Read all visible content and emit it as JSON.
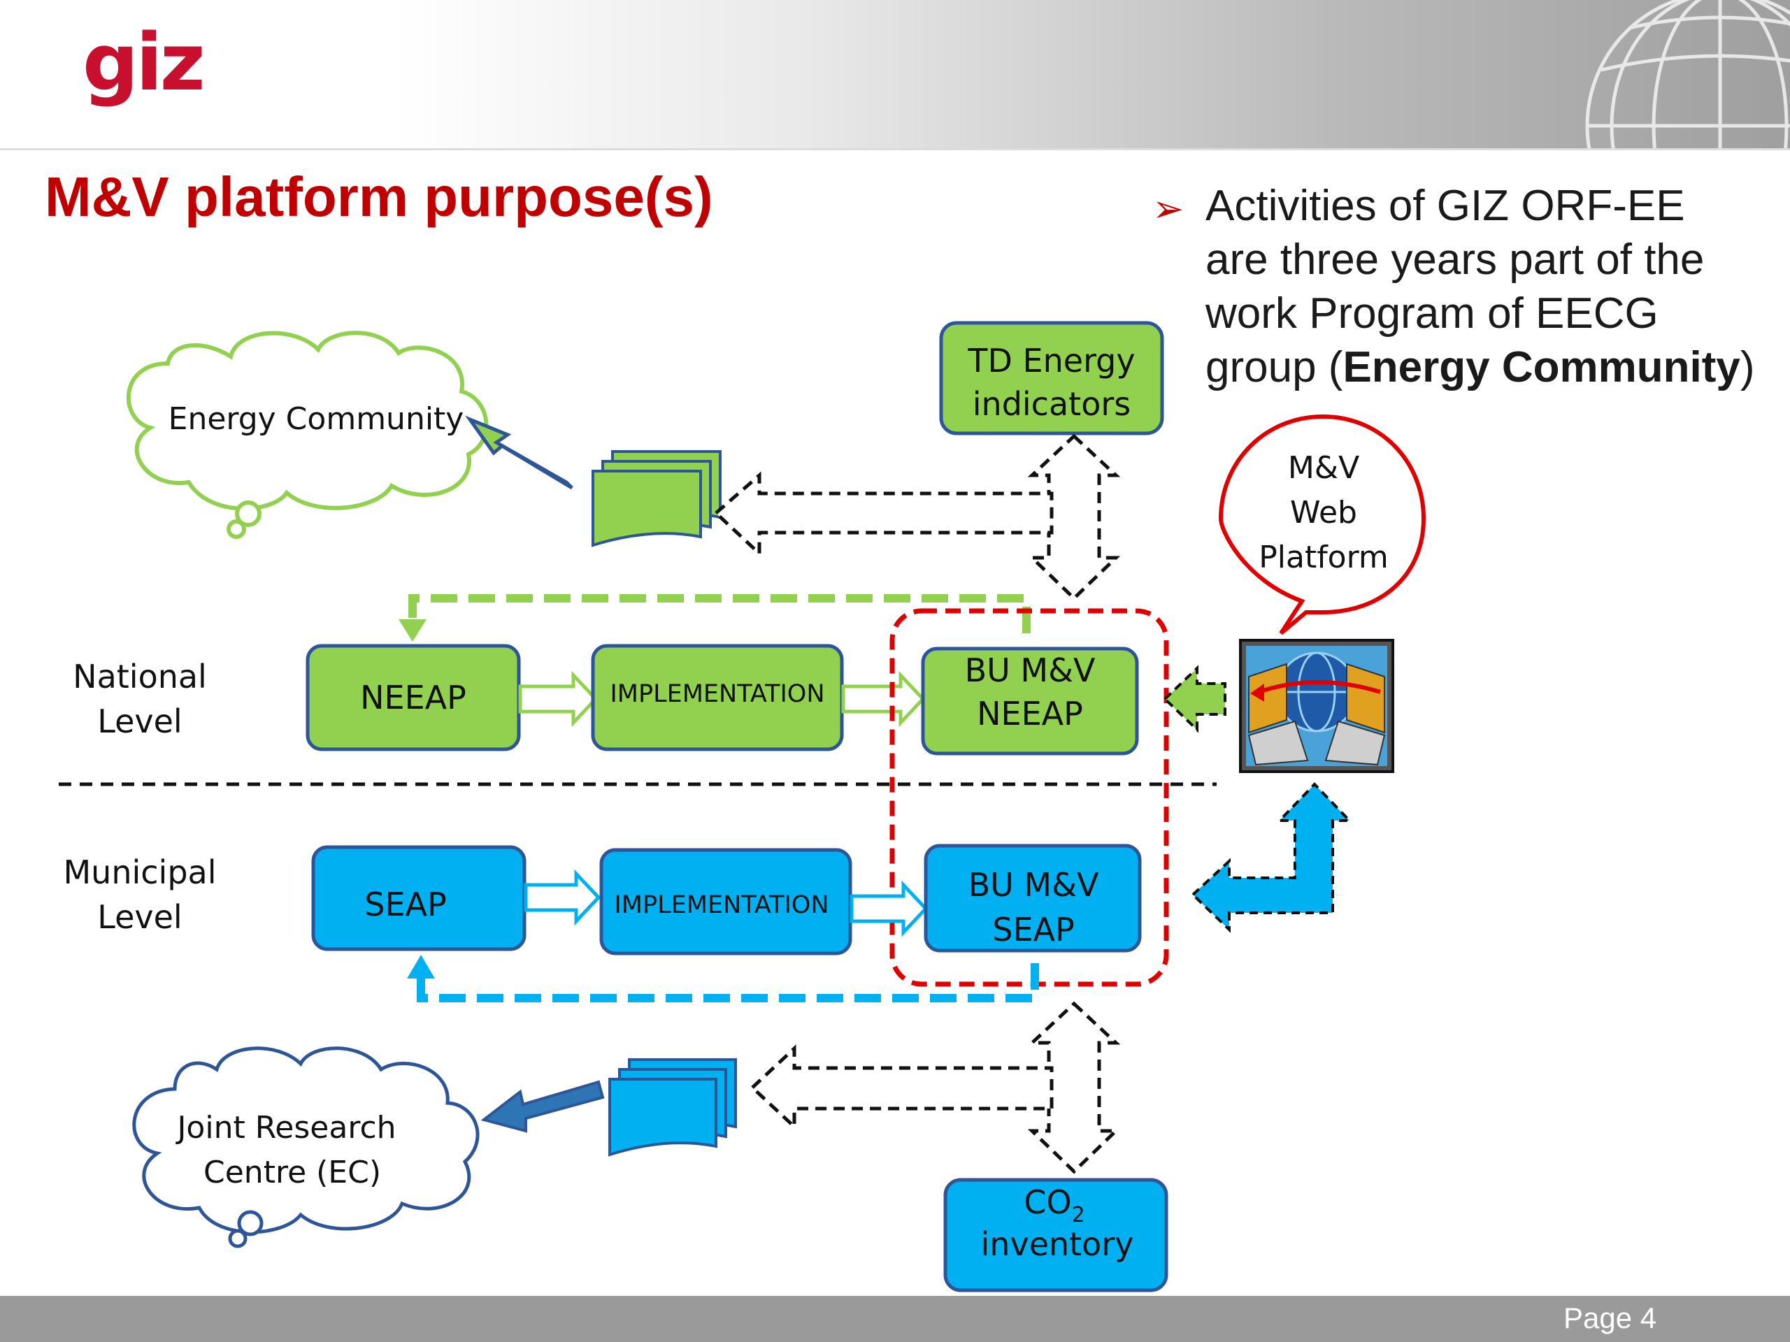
{
  "header": {
    "logo": "giz"
  },
  "title": "M&V platform purpose(s)",
  "bullet": {
    "line1": "Activities of GIZ ORF-EE",
    "line2": "are three years part of the",
    "line3": "work Program of EECG",
    "line4_pre": "group (",
    "line4_bold": "Energy Community",
    "line4_post": ")"
  },
  "diagram": {
    "cloud_top": "Energy Community",
    "cloud_bottom_line1": "Joint Research",
    "cloud_bottom_line2": "Centre (EC)",
    "td_line1": "TD Energy",
    "td_line2": "indicators",
    "co2_main": "CO",
    "co2_sub": "2",
    "co2_line2": "inventory",
    "speech_line1": "M&V",
    "speech_line2": "Web",
    "speech_line3": "Platform",
    "national_line1": "National",
    "national_line2": "Level",
    "municipal_line1": "Municipal",
    "municipal_line2": "Level",
    "neeap": "NEEAP",
    "implementation_national": "IMPLEMENTATION",
    "bu_neeap_line1": "BU M&V",
    "bu_neeap_line2": "NEEAP",
    "seap": "SEAP",
    "implementation_municipal": "IMPLEMENTATION",
    "bu_seap_line1": "BU M&V",
    "bu_seap_line2": "SEAP",
    "colors": {
      "green": "#92d050",
      "blue": "#00b0f0",
      "dark_blue": "#2e75b6",
      "red": "#e00000",
      "brand_red": "#c8102e"
    }
  },
  "footer": {
    "page": "Page 4"
  }
}
